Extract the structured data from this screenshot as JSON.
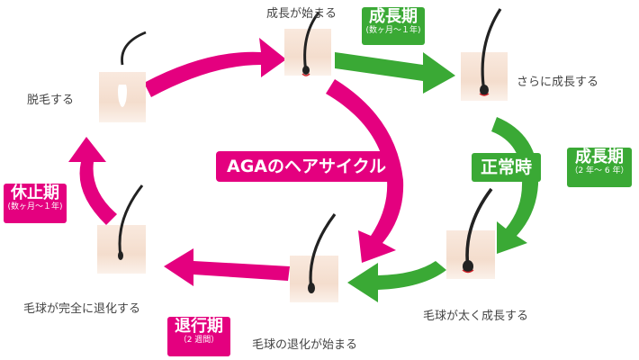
{
  "stages": {
    "start": "成長が始まる",
    "further": "さらに成長する",
    "thick": "毛球が太く成長する",
    "regress_start": "毛球の退化が始まる",
    "regress_full": "毛球が完全に退化する",
    "shed": "脱毛する"
  },
  "phases": {
    "growth_short": {
      "title": "成長期",
      "period": "(数ヶ月〜１年)"
    },
    "growth_normal": {
      "title": "成長期",
      "period": "（2 年〜 6 年）"
    },
    "regression": {
      "title": "退行期",
      "period": "（2 週間）"
    },
    "rest": {
      "title": "休止期",
      "period": "(数ヶ月〜１年)"
    }
  },
  "center_label": "AGAのヘアサイクル",
  "normal_label": "正常時",
  "colors": {
    "aga": "#e4007f",
    "normal": "#3aa935",
    "skin": "#f6e1d3"
  }
}
